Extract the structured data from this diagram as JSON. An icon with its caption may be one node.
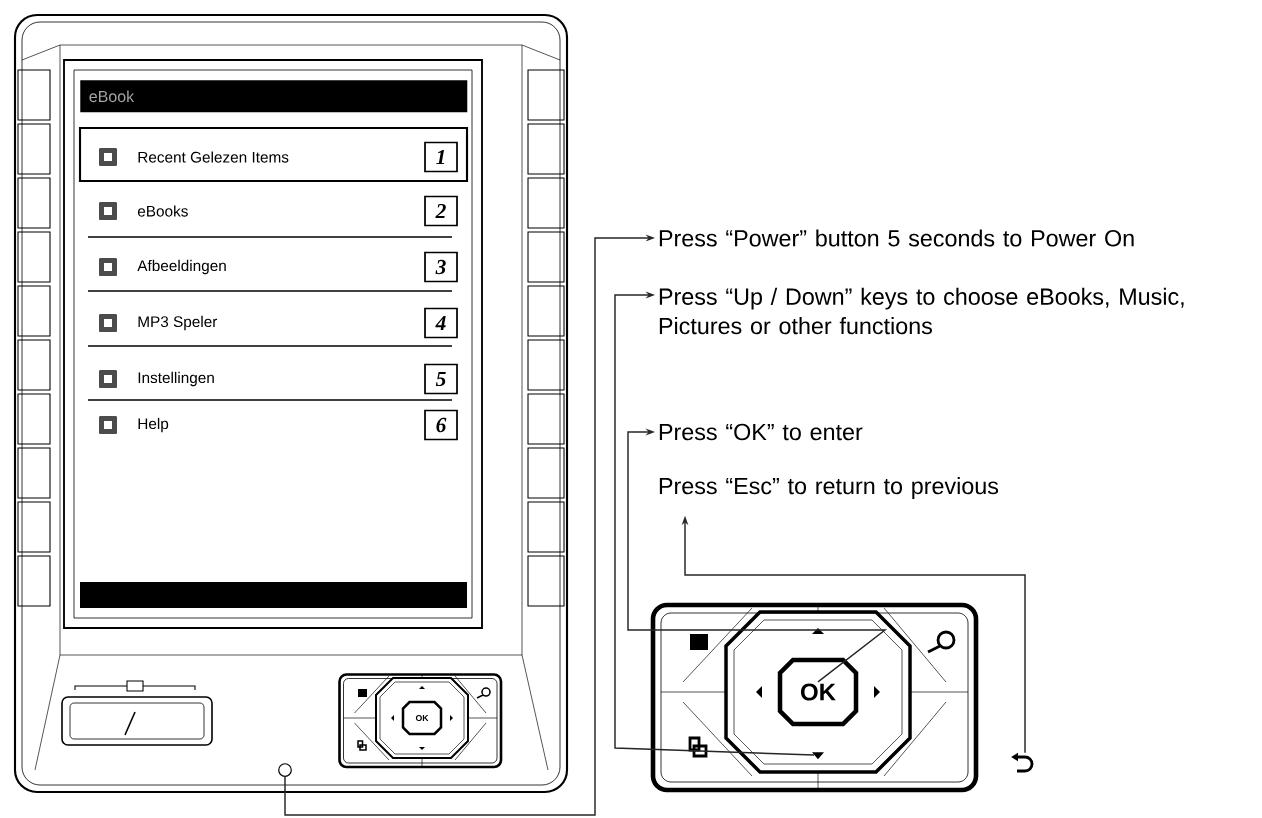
{
  "diagram": {
    "nodes": [
      {
        "text": [
          "eBook"
        ]
      },
      {
        "text": [
          "1"
        ]
      },
      {
        "text": [
          "2"
        ]
      },
      {
        "text": [
          "3"
        ]
      },
      {
        "text": [
          "4"
        ]
      },
      {
        "text": [
          "5"
        ]
      },
      {
        "text": [
          "6"
        ]
      },
      {
        "text": [
          "Press “Power” button 5 seconds to Power On"
        ]
      },
      {
        "text": [
          "Press “Up / Down” keys to choose eBooks, Music, Pictures or other functions"
        ]
      },
      {
        "text": [
          "Press “OK” to enter"
        ]
      },
      {
        "text": [
          "Press “Esc” to return to previous"
        ]
      },
      {
        "text": [],
        "shape": "circle"
      },
      {
        "text": [
          "OK"
        ]
      },
      {
        "text": [],
        "shape": "triangle"
      },
      {
        "text": [],
        "shape": "arrow"
      }
    ],
    "edges": [
      {
        "from": 11,
        "to": 7,
        "arrow": "to"
      },
      {
        "from": 13,
        "to": 8,
        "arrow": "to"
      },
      {
        "from": 12,
        "to": 9,
        "arrow": "to"
      },
      {
        "from": 14,
        "to": 10,
        "arrow": "to"
      }
    ],
    "labels": [
      "Recent Gelezen Items",
      "eBooks",
      "Afbeeldingen",
      "MP3 Speler",
      "Instellingen",
      "Help",
      "OK"
    ]
  }
}
